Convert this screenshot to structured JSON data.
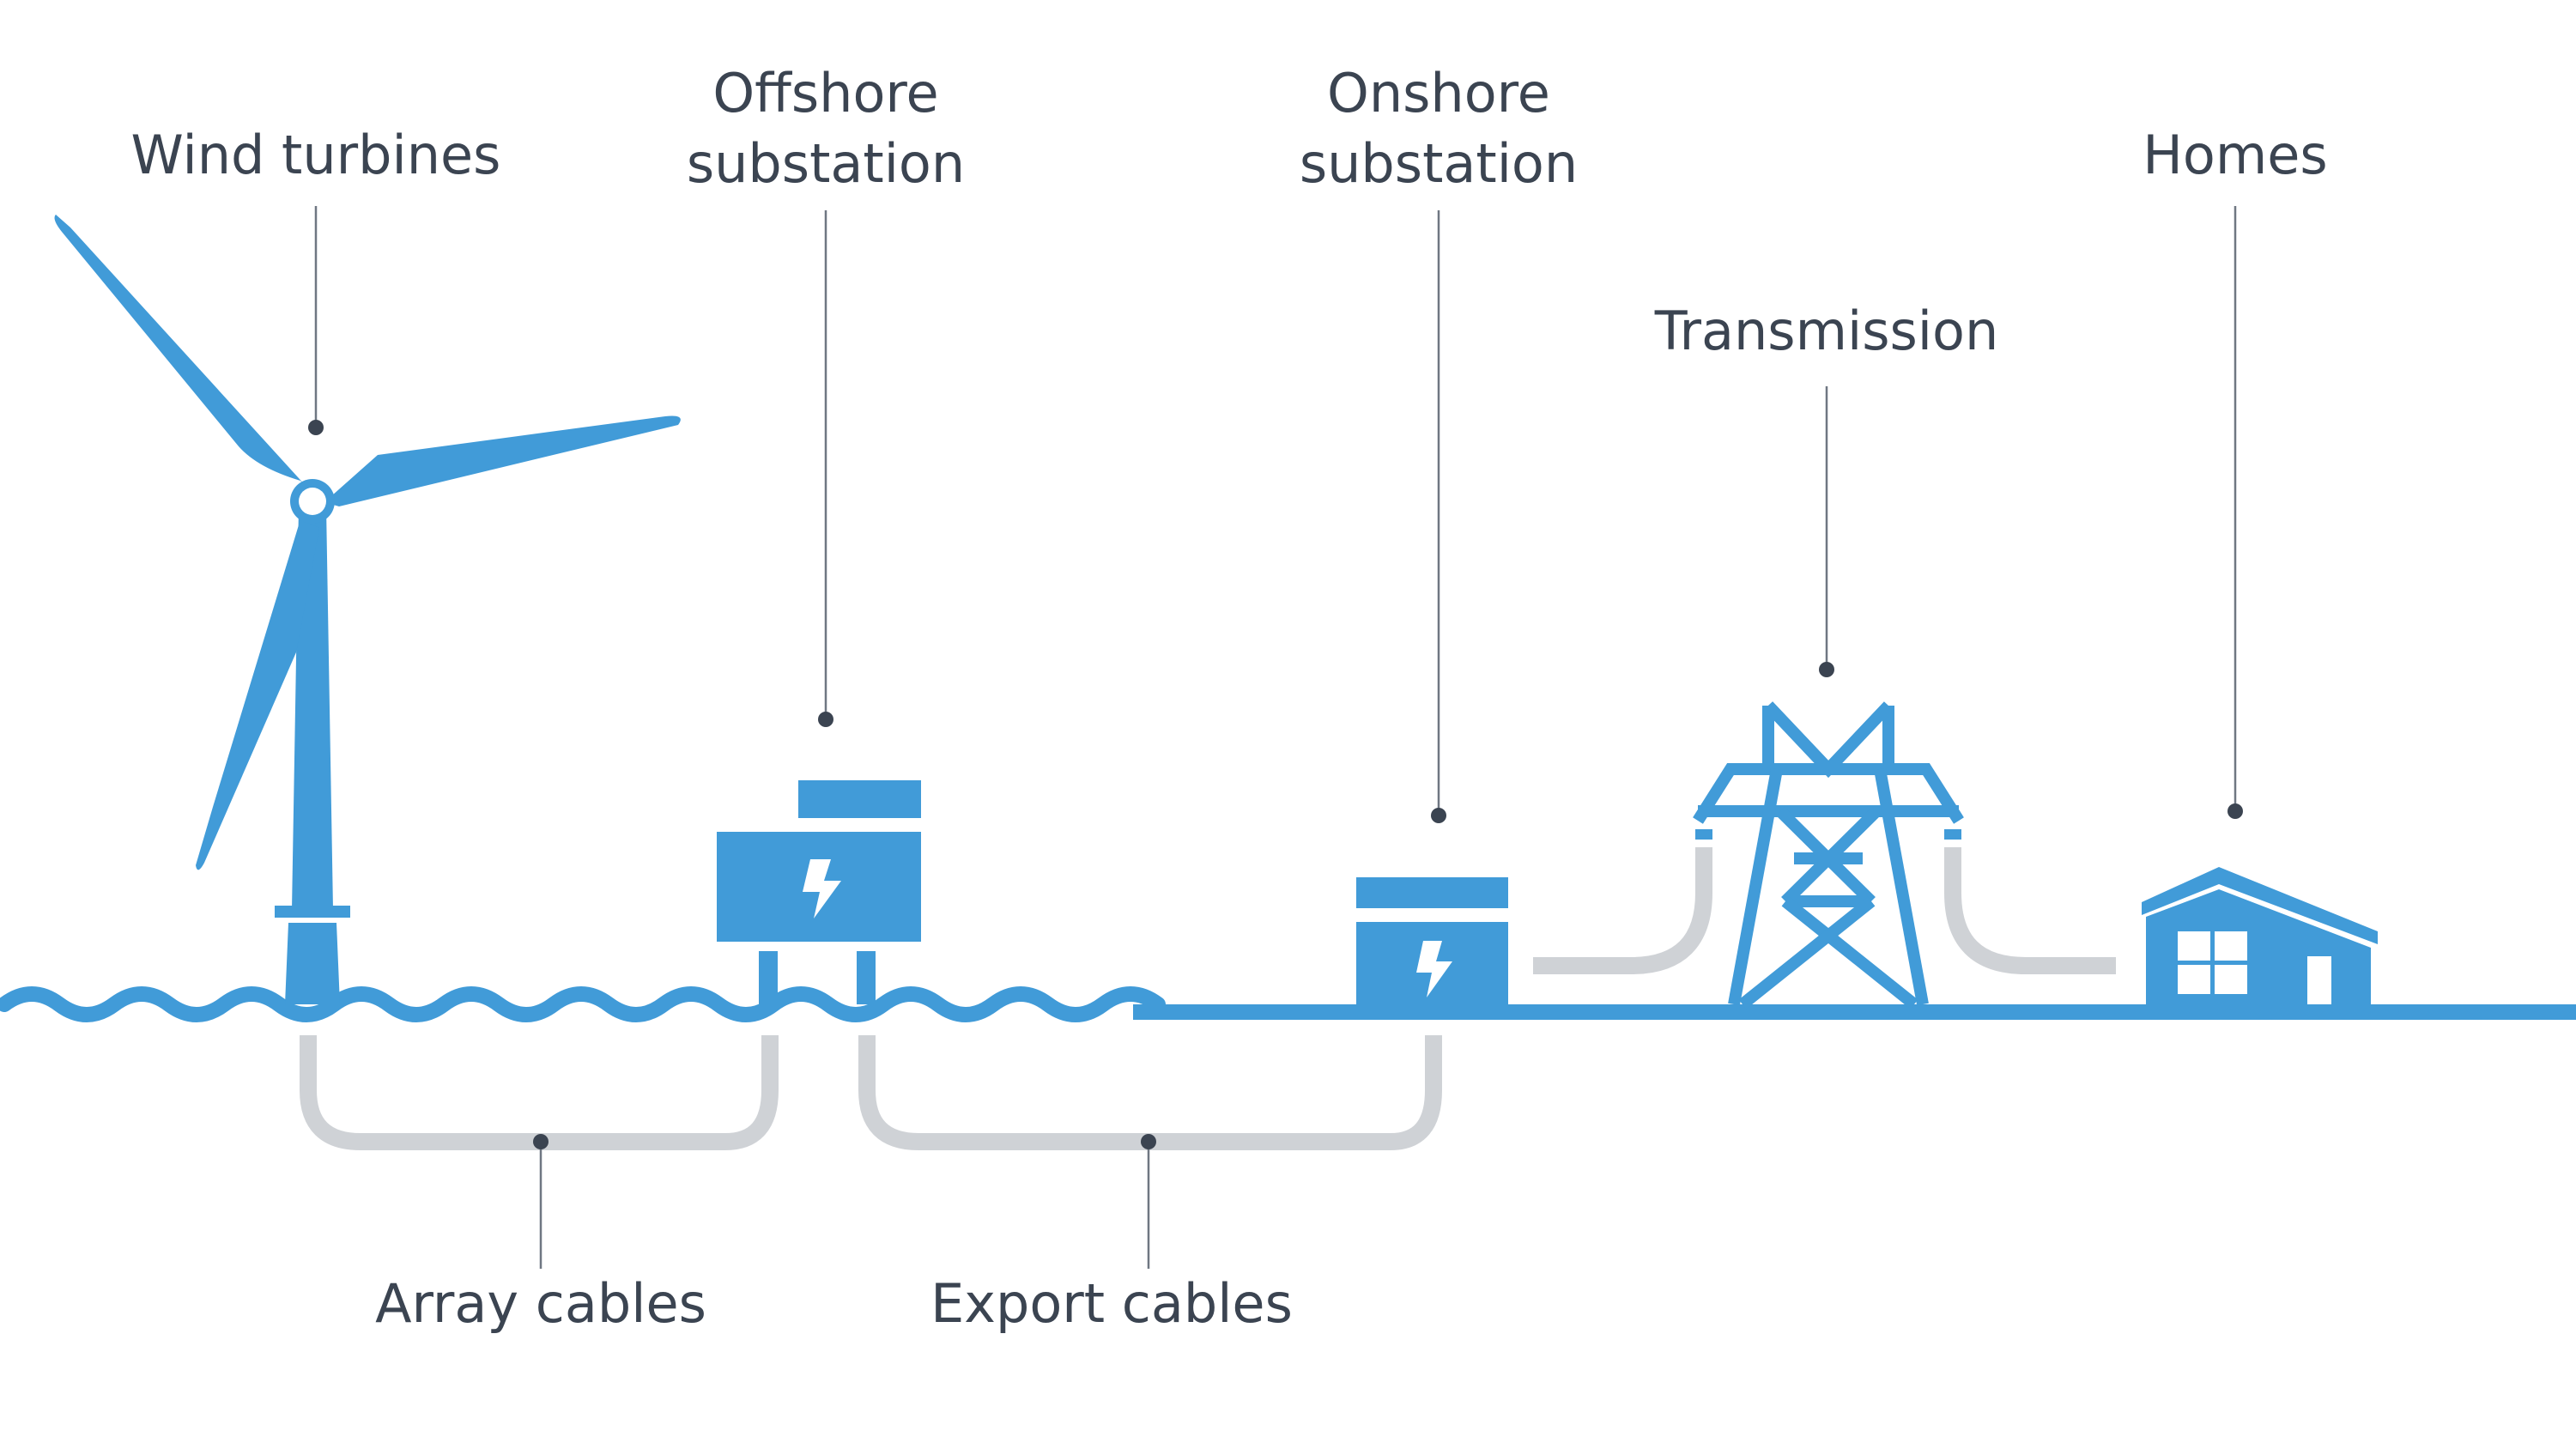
{
  "labels": {
    "wind_turbines": "Wind turbines",
    "offshore_substation": [
      "Offshore",
      "substation"
    ],
    "onshore_substation": [
      "Onshore",
      "substation"
    ],
    "transmission": "Transmission",
    "homes": "Homes",
    "array_cables": "Array cables",
    "export_cables": "Export cables"
  },
  "colors": {
    "blue": "#419bd8",
    "cable_gray": "#cfd2d6",
    "leader": "#6f7782",
    "dot": "#3b4451",
    "text": "#3b4451"
  },
  "icons": [
    "wind-turbine-icon",
    "offshore-substation-icon",
    "onshore-substation-icon",
    "transmission-tower-icon",
    "home-icon",
    "lightning-bolt-icon"
  ]
}
